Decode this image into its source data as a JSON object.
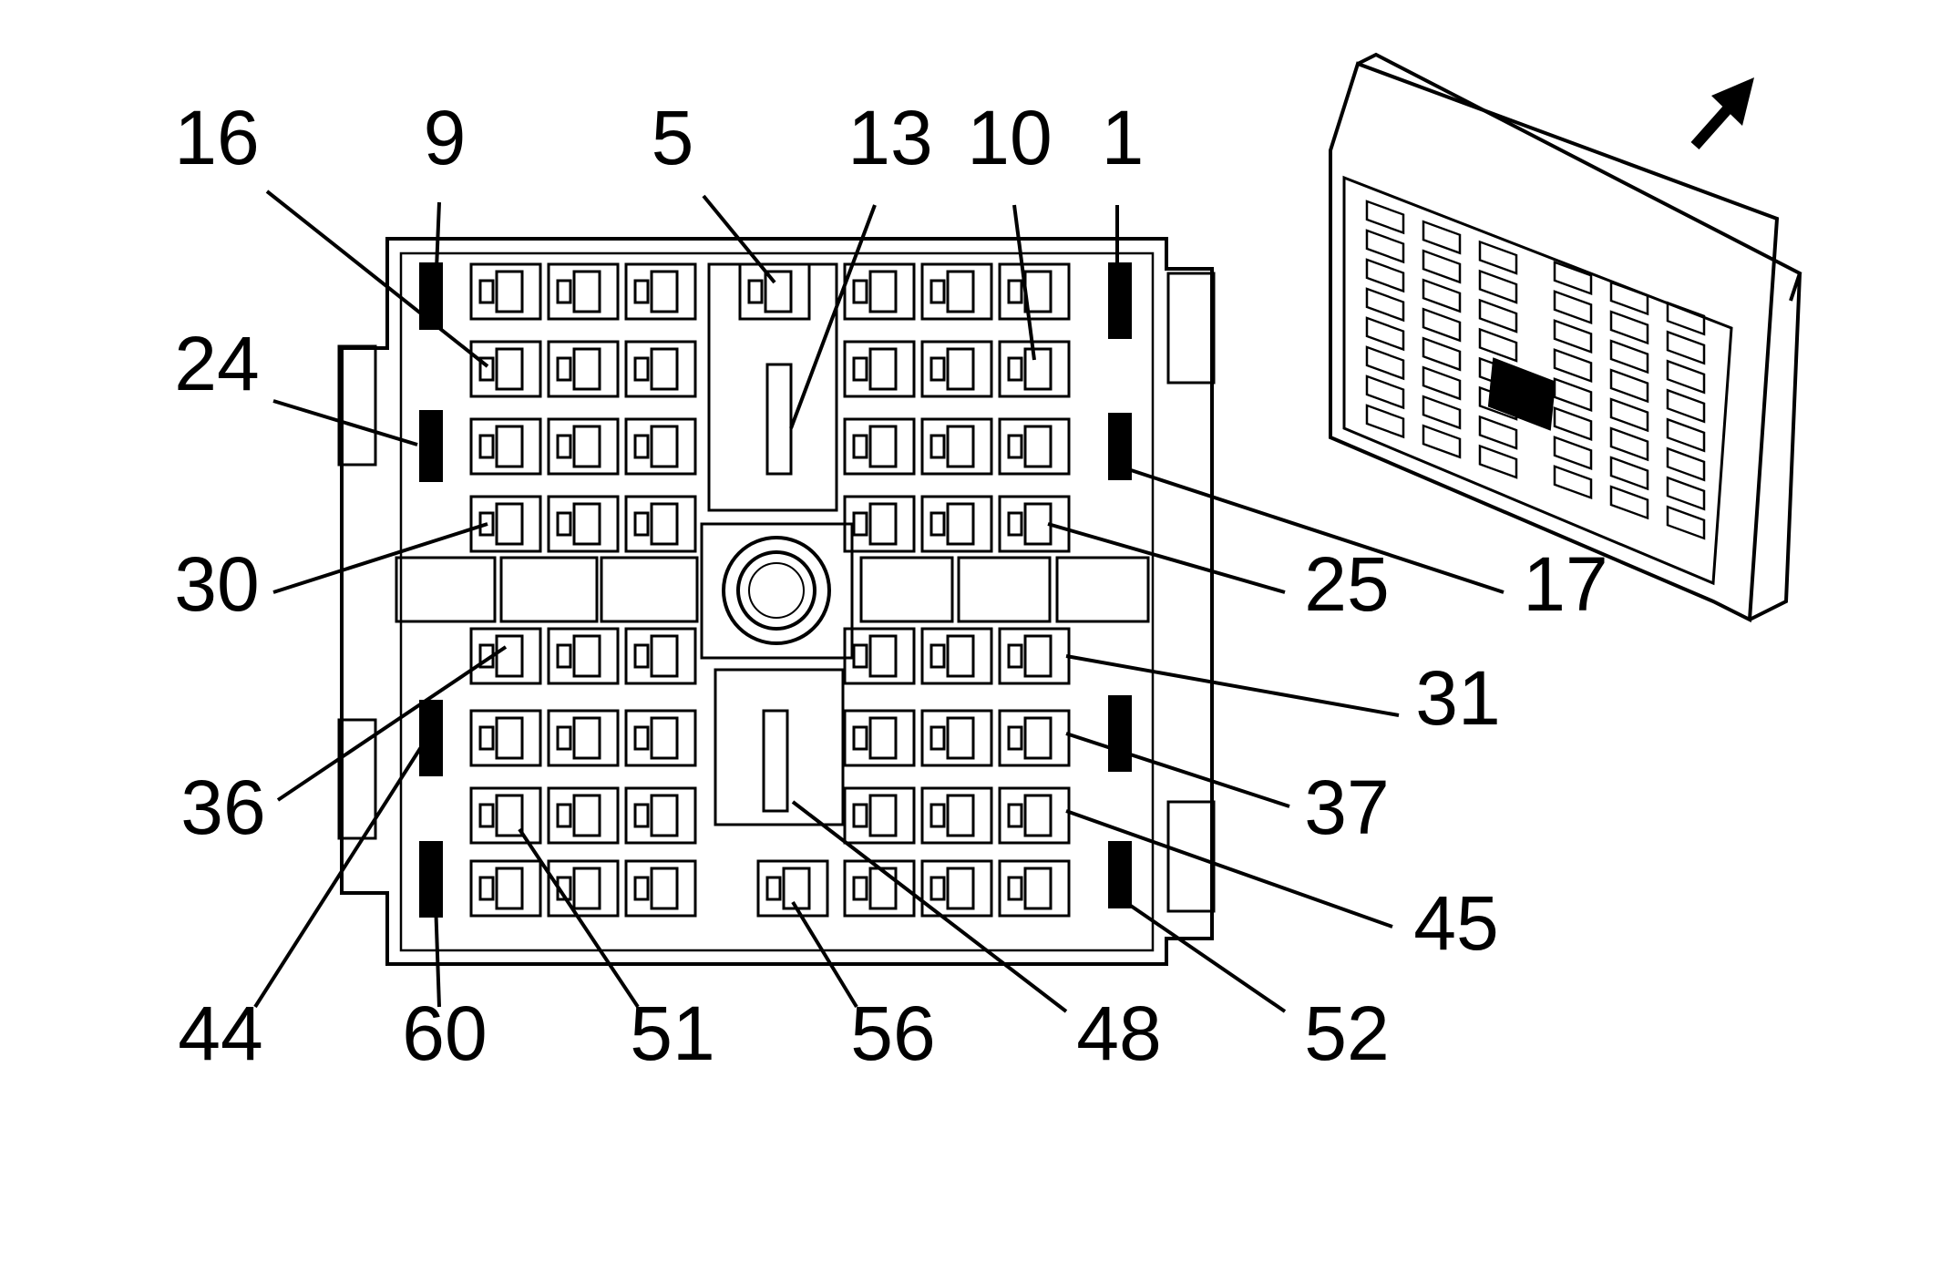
{
  "diagram": {
    "colors": {
      "line": "#000000",
      "background": "#ffffff"
    },
    "callouts": [
      {
        "id": "16",
        "label": "16"
      },
      {
        "id": "9",
        "label": "9"
      },
      {
        "id": "5",
        "label": "5"
      },
      {
        "id": "13",
        "label": "13"
      },
      {
        "id": "10",
        "label": "10"
      },
      {
        "id": "1",
        "label": "1"
      },
      {
        "id": "24",
        "label": "24"
      },
      {
        "id": "30",
        "label": "30"
      },
      {
        "id": "25",
        "label": "25"
      },
      {
        "id": "17",
        "label": "17"
      },
      {
        "id": "31",
        "label": "31"
      },
      {
        "id": "36",
        "label": "36"
      },
      {
        "id": "37",
        "label": "37"
      },
      {
        "id": "45",
        "label": "45"
      },
      {
        "id": "44",
        "label": "44"
      },
      {
        "id": "60",
        "label": "60"
      },
      {
        "id": "51",
        "label": "51"
      },
      {
        "id": "56",
        "label": "56"
      },
      {
        "id": "48",
        "label": "48"
      },
      {
        "id": "52",
        "label": "52"
      }
    ],
    "inset_icon": "connector-perspective-with-arrow"
  }
}
